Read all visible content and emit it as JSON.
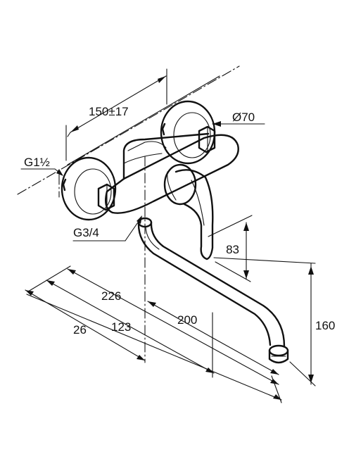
{
  "dimensions": {
    "centers_spacing": "150±17",
    "rosette_diameter": "Ø70",
    "inlet_thread": "G1½",
    "outlet_thread": "G3/4",
    "lever_height": "83",
    "spout_height": "160",
    "spout_reach_226": "226",
    "spout_reach_200": "200",
    "wall_offset_26": "26",
    "body_depth_123": "123"
  }
}
